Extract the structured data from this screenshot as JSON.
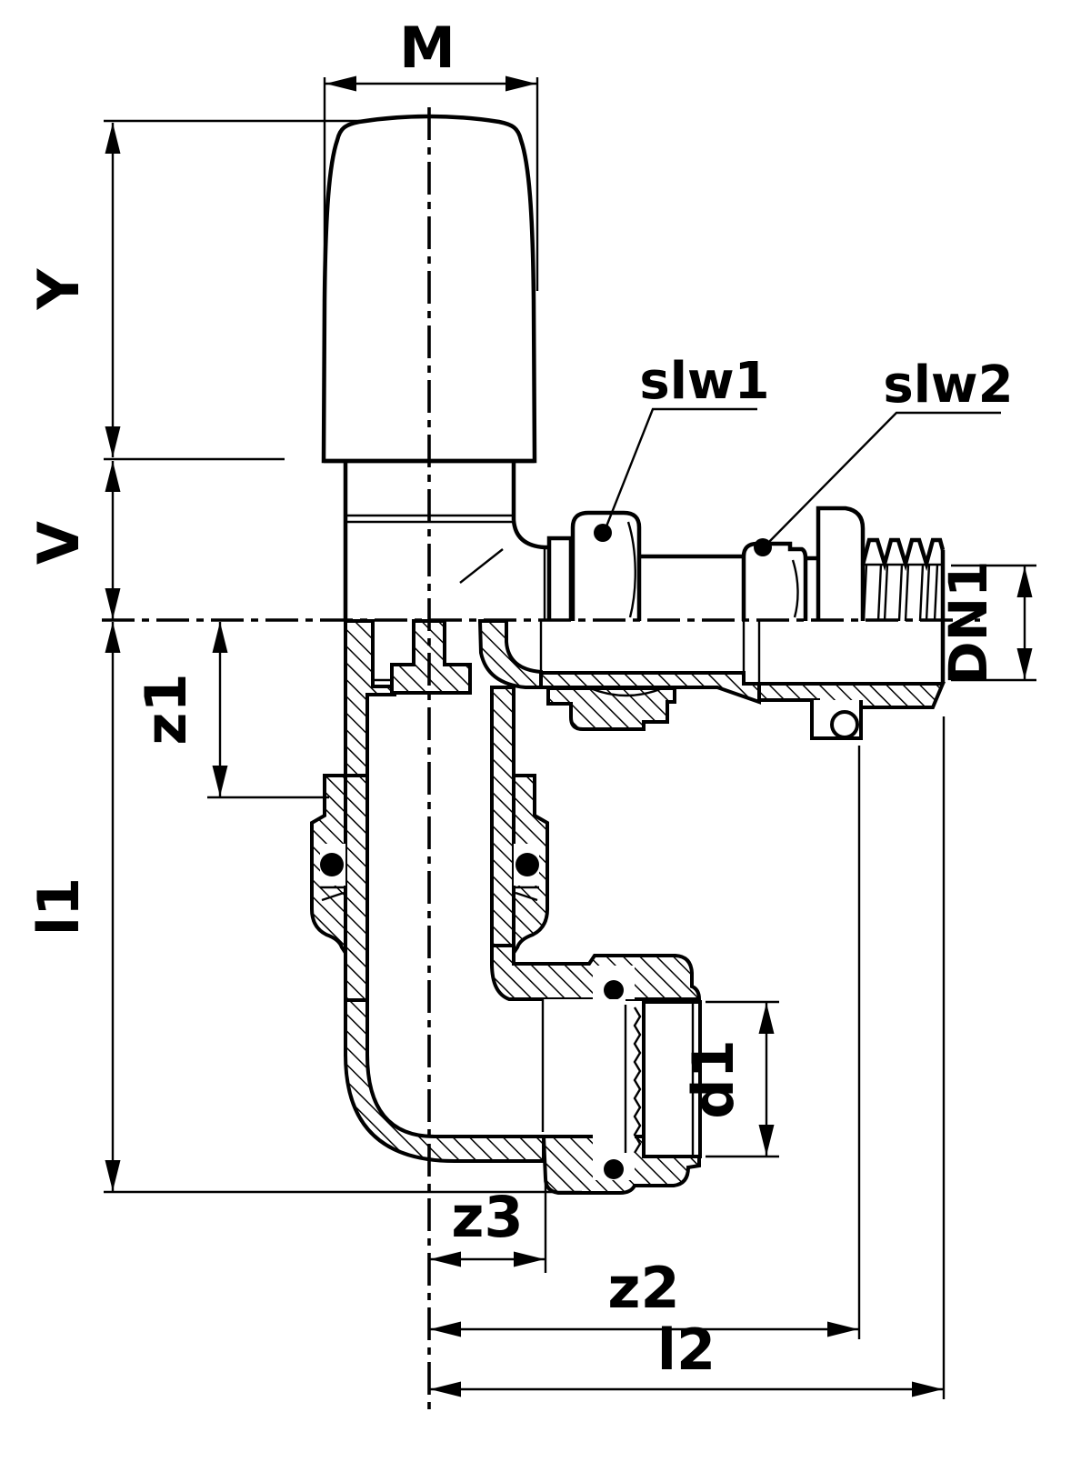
{
  "drawing": {
    "kind": "technical-cross-section",
    "description": "Sectional drawing of an angle valve body with press connections, hand knob, male thread and dimension callouts",
    "background_color": "#ffffff",
    "line_color": "#000000"
  },
  "labels": {
    "M": "M",
    "Y": "Y",
    "V": "V",
    "slw1": "slw1",
    "slw2": "slw2",
    "DN1": "DN1",
    "z1": "z1",
    "l1": "l1",
    "d1": "d1",
    "z3": "z3",
    "z2": "z2",
    "l2": "l2"
  }
}
